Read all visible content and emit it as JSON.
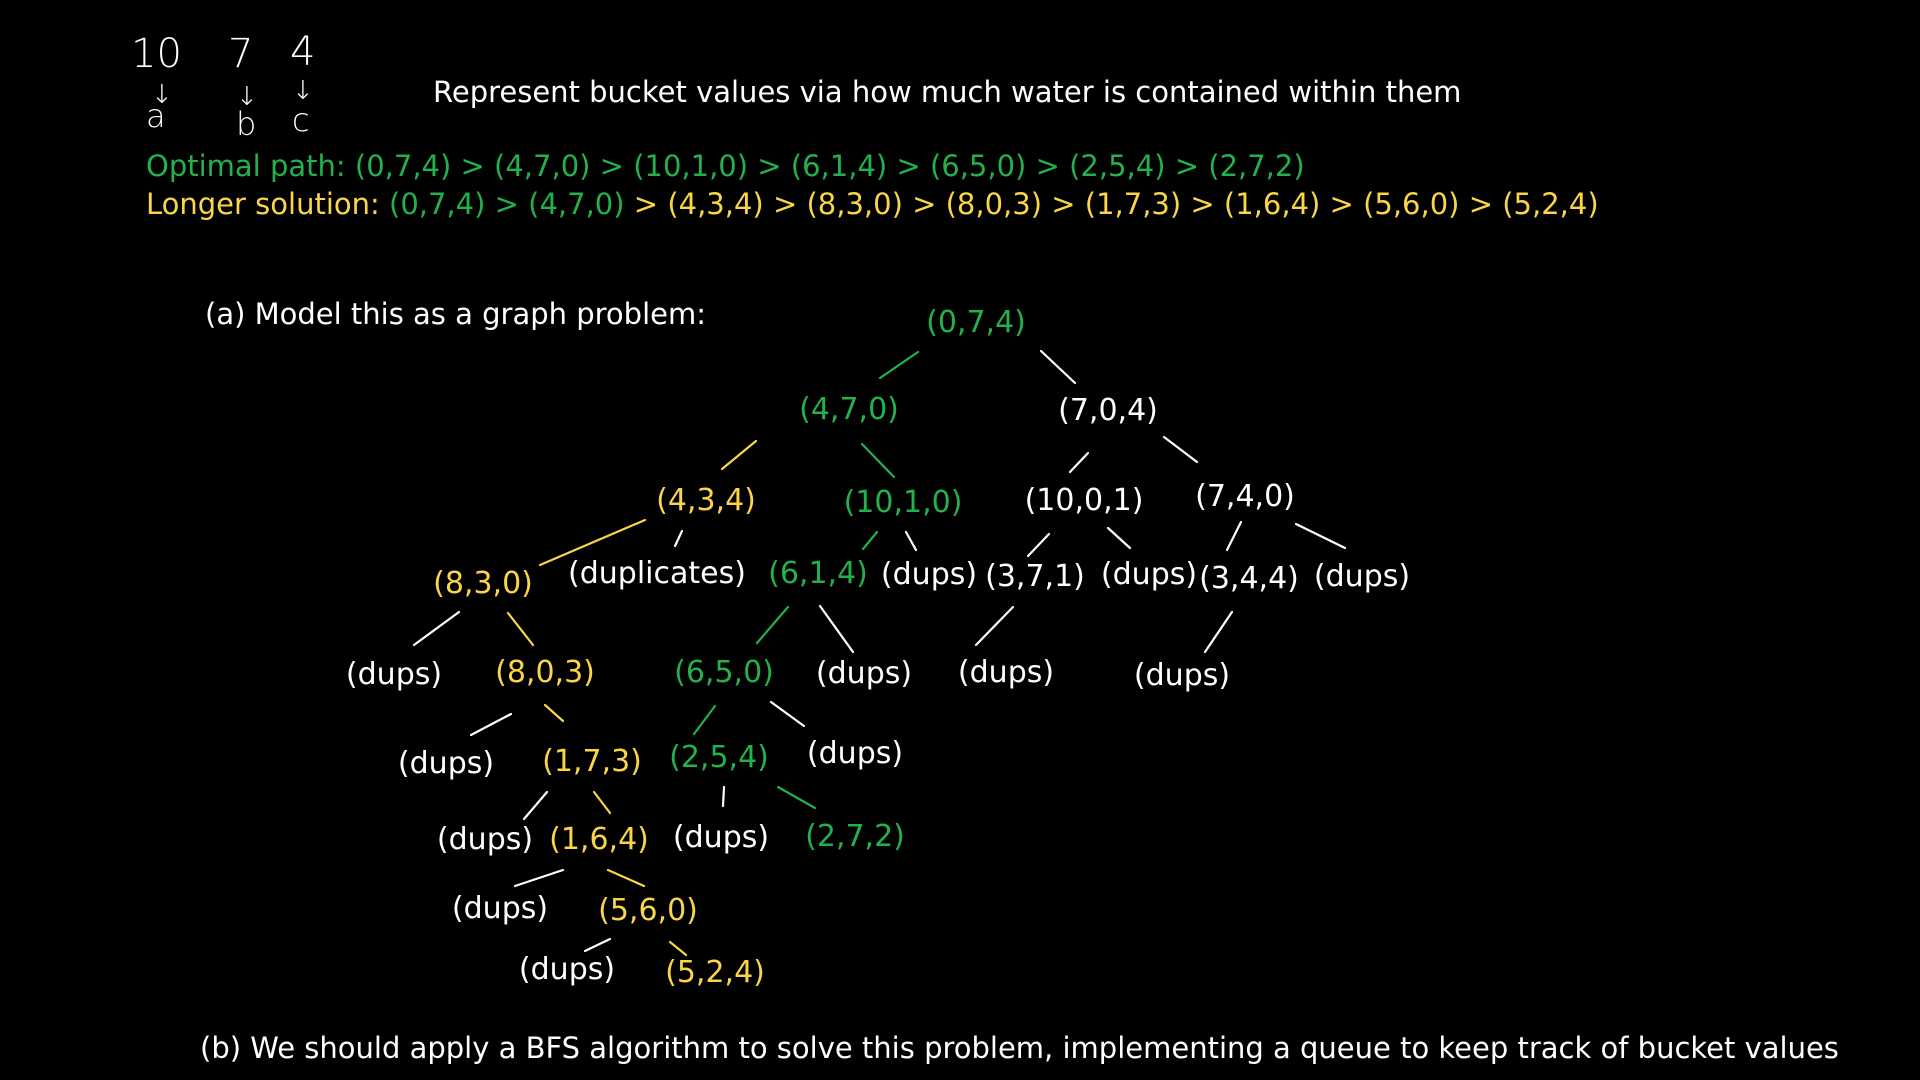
{
  "header": {
    "buckets": [
      {
        "capacity": "10",
        "label": "a"
      },
      {
        "capacity": "7",
        "label": "b"
      },
      {
        "capacity": "4",
        "label": "c"
      }
    ],
    "description": "Represent bucket values via how much water is contained within them"
  },
  "paths": {
    "optimal": {
      "label": "Optimal path:",
      "sequence": "(0,7,4) > (4,7,0) > (10,1,0) > (6,1,4) > (6,5,0) > (2,5,4) > (2,7,2)"
    },
    "longer": {
      "label": "Longer solution:",
      "shared_part": "(0,7,4) > (4,7,0)",
      "rest_part": " > (4,3,4) > (8,3,0) > (8,0,3) > (1,7,3) > (1,6,4) > (5,6,0) > (5,2,4)"
    }
  },
  "parts": {
    "a": "(a) Model this as a graph problem:",
    "b": "(b) We should apply a BFS algorithm to solve this problem, implementing a queue to keep track of bucket values"
  },
  "colors": {
    "green": "#22b14c",
    "yellow": "#fad548",
    "white": "#ffffff",
    "background": "#000000"
  },
  "tree": {
    "nodes": [
      {
        "id": "n074",
        "text": "(0,7,4)",
        "color": "green"
      },
      {
        "id": "n470",
        "text": "(4,7,0)",
        "color": "green"
      },
      {
        "id": "n704",
        "text": "(7,0,4)",
        "color": "white"
      },
      {
        "id": "n434",
        "text": "(4,3,4)",
        "color": "yellow"
      },
      {
        "id": "n1010",
        "text": "(10,1,0)",
        "color": "green"
      },
      {
        "id": "n1001",
        "text": "(10,0,1)",
        "color": "white"
      },
      {
        "id": "n740",
        "text": "(7,4,0)",
        "color": "white"
      },
      {
        "id": "n830",
        "text": "(8,3,0)",
        "color": "yellow"
      },
      {
        "id": "ndupl",
        "text": "(duplicates)",
        "color": "white"
      },
      {
        "id": "n614",
        "text": "(6,1,4)",
        "color": "green"
      },
      {
        "id": "nd1",
        "text": "(dups)",
        "color": "white"
      },
      {
        "id": "n371",
        "text": "(3,7,1)",
        "color": "white"
      },
      {
        "id": "nd2",
        "text": "(dups)",
        "color": "white"
      },
      {
        "id": "n344",
        "text": "(3,4,4)",
        "color": "white"
      },
      {
        "id": "nd3",
        "text": "(dups)",
        "color": "white"
      },
      {
        "id": "nd4",
        "text": "(dups)",
        "color": "white"
      },
      {
        "id": "n803",
        "text": "(8,0,3)",
        "color": "yellow"
      },
      {
        "id": "n650",
        "text": "(6,5,0)",
        "color": "green"
      },
      {
        "id": "nd5",
        "text": "(dups)",
        "color": "white"
      },
      {
        "id": "nd6",
        "text": "(dups)",
        "color": "white"
      },
      {
        "id": "nd7",
        "text": "(dups)",
        "color": "white"
      },
      {
        "id": "nd8",
        "text": "(dups)",
        "color": "white"
      },
      {
        "id": "n173",
        "text": "(1,7,3)",
        "color": "yellow"
      },
      {
        "id": "n254",
        "text": "(2,5,4)",
        "color": "green"
      },
      {
        "id": "nd9",
        "text": "(dups)",
        "color": "white"
      },
      {
        "id": "nd10",
        "text": "(dups)",
        "color": "white"
      },
      {
        "id": "n164",
        "text": "(1,6,4)",
        "color": "yellow"
      },
      {
        "id": "nd11",
        "text": "(dups)",
        "color": "white"
      },
      {
        "id": "n272",
        "text": "(2,7,2)",
        "color": "green"
      },
      {
        "id": "nd12",
        "text": "(dups)",
        "color": "white"
      },
      {
        "id": "n560",
        "text": "(5,6,0)",
        "color": "yellow"
      },
      {
        "id": "nd13",
        "text": "(dups)",
        "color": "white"
      },
      {
        "id": "n524",
        "text": "(5,2,4)",
        "color": "yellow"
      }
    ],
    "edges": [
      {
        "from": "n074",
        "to": "n470",
        "color": "green"
      },
      {
        "from": "n074",
        "to": "n704",
        "color": "white"
      },
      {
        "from": "n470",
        "to": "n434",
        "color": "yellow"
      },
      {
        "from": "n470",
        "to": "n1010",
        "color": "green"
      },
      {
        "from": "n704",
        "to": "n1001",
        "color": "white"
      },
      {
        "from": "n704",
        "to": "n740",
        "color": "white"
      },
      {
        "from": "n434",
        "to": "n830",
        "color": "yellow"
      },
      {
        "from": "n434",
        "to": "ndupl",
        "color": "white"
      },
      {
        "from": "n1010",
        "to": "n614",
        "color": "green"
      },
      {
        "from": "n1010",
        "to": "nd1",
        "color": "white"
      },
      {
        "from": "n1001",
        "to": "n371",
        "color": "white"
      },
      {
        "from": "n1001",
        "to": "nd2",
        "color": "white"
      },
      {
        "from": "n740",
        "to": "n344",
        "color": "white"
      },
      {
        "from": "n740",
        "to": "nd3",
        "color": "white"
      },
      {
        "from": "n830",
        "to": "nd4",
        "color": "white"
      },
      {
        "from": "n830",
        "to": "n803",
        "color": "yellow"
      },
      {
        "from": "n614",
        "to": "n650",
        "color": "green"
      },
      {
        "from": "n614",
        "to": "nd5",
        "color": "white"
      },
      {
        "from": "n371",
        "to": "nd6",
        "color": "white"
      },
      {
        "from": "n344",
        "to": "nd7",
        "color": "white"
      },
      {
        "from": "n803",
        "to": "nd8",
        "color": "white"
      },
      {
        "from": "n803",
        "to": "n173",
        "color": "yellow"
      },
      {
        "from": "n650",
        "to": "n254",
        "color": "green"
      },
      {
        "from": "n650",
        "to": "nd9",
        "color": "white"
      },
      {
        "from": "n173",
        "to": "nd10",
        "color": "white"
      },
      {
        "from": "n173",
        "to": "n164",
        "color": "yellow"
      },
      {
        "from": "n254",
        "to": "nd11",
        "color": "white"
      },
      {
        "from": "n254",
        "to": "n272",
        "color": "green"
      },
      {
        "from": "n164",
        "to": "nd12",
        "color": "white"
      },
      {
        "from": "n164",
        "to": "n560",
        "color": "yellow"
      },
      {
        "from": "n560",
        "to": "nd13",
        "color": "white"
      },
      {
        "from": "n560",
        "to": "n524",
        "color": "yellow"
      }
    ]
  }
}
